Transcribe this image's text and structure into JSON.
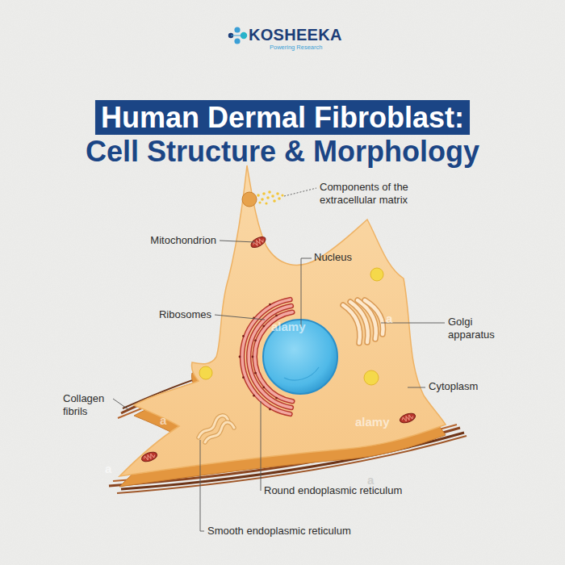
{
  "diagram": {
    "title": "Human Dermal Fibroblast: Cell Structure & Morphology",
    "labels": [
      "KOSHEEKA",
      "Powering Research",
      "Components of the extracellular matrix",
      "Mitochondrion",
      "Nucleus",
      "Ribosomes",
      "Golgi apparatus",
      "alamy",
      "a",
      "Cytoplasm",
      "Collagen fibrils",
      "alamy",
      "a",
      "a",
      "Round endoplasmic reticulum",
      "a",
      "Smooth endoplasmic reticulum"
    ]
  }
}
